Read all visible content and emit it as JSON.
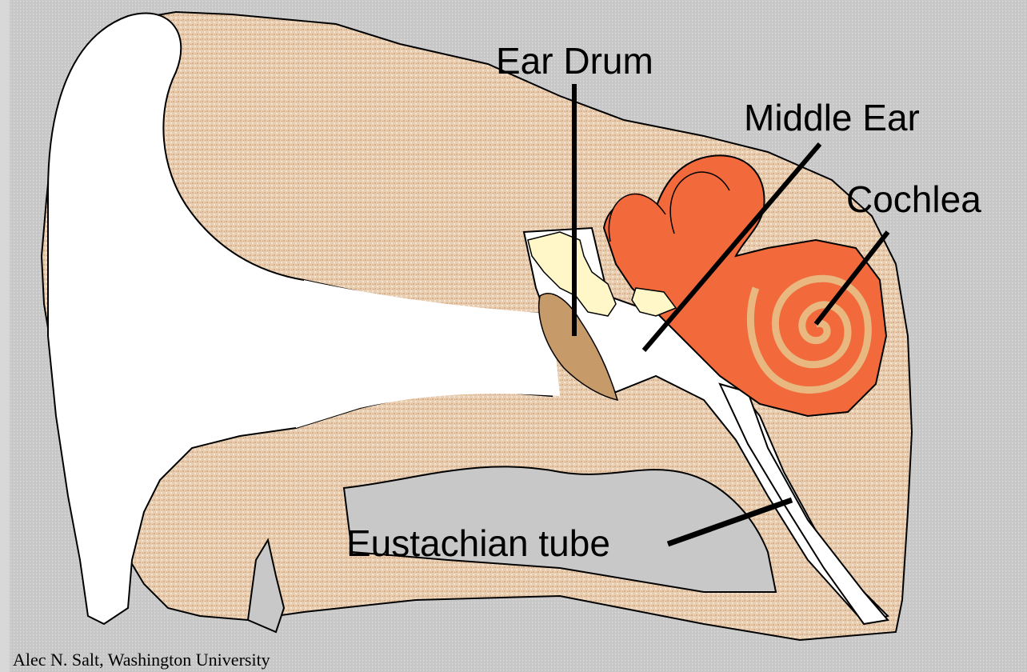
{
  "labels": {
    "ear_drum": "Ear Drum",
    "middle_ear": "Middle Ear",
    "cochlea": "Cochlea",
    "eustachian_tube": "Eustachian tube"
  },
  "credit": "Alec N. Salt, Washington University",
  "colors": {
    "background": "#c8c8c8",
    "tissue": "#e8cdb0",
    "canal": "#ffffff",
    "inner_ear": "#f26a3c",
    "ear_drum": "#c79a6a",
    "ossicles": "#fff7c8",
    "outline": "#000000"
  }
}
